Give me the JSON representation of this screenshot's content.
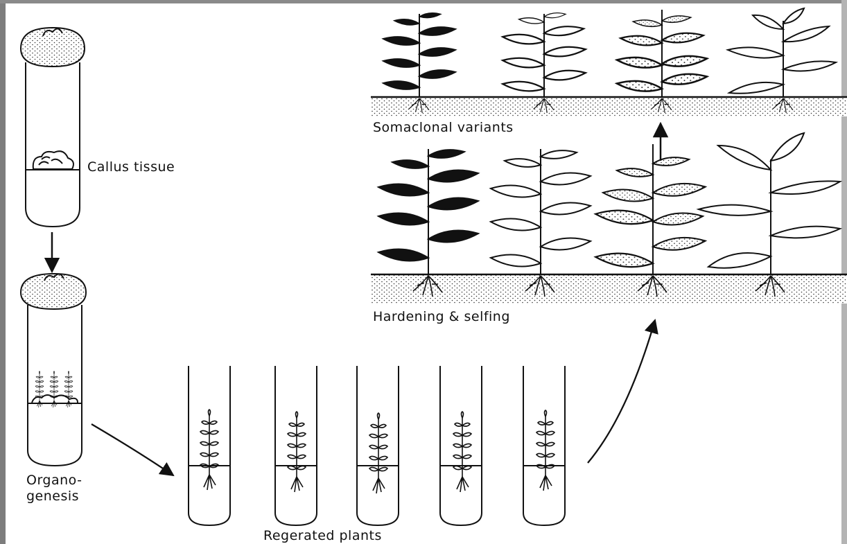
{
  "labels": {
    "callus": "Callus tissue",
    "organo_1": "Organo-",
    "organo_2": "genesis",
    "regenerated": "Regerated plants",
    "hardening": "Hardening & selfing",
    "somaclonal": "Somaclonal variants"
  },
  "colors": {
    "frame_left": "#7d7d7d",
    "frame_right": "#b4b4b4",
    "ink": "#111111"
  }
}
